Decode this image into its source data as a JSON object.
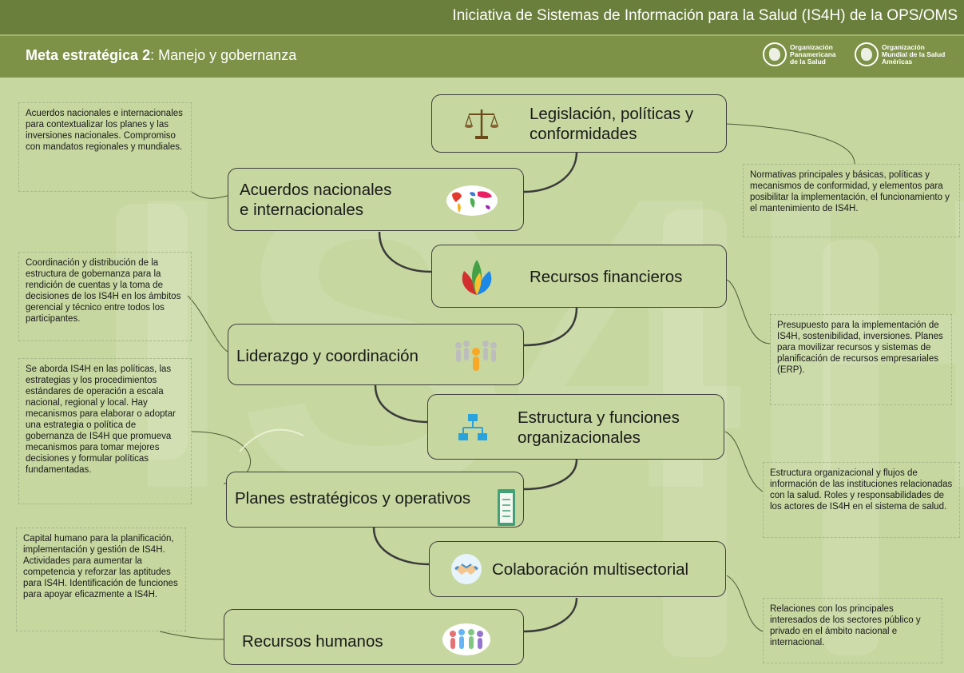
{
  "header": {
    "title": "Iniciativa de Sistemas de Información para la Salud (IS4H) de la OPS/OMS",
    "goal_prefix": "Meta estratégica 2",
    "goal_suffix": ": Manejo y gobernanza",
    "logos": [
      {
        "name": "ops-logo",
        "lines": [
          "Organización",
          "Panamericana",
          "de la Salud"
        ]
      },
      {
        "name": "oms-logo",
        "lines": [
          "Organización",
          "Mundial de la Salud",
          "Américas"
        ]
      }
    ]
  },
  "watermark": "IS4H",
  "nodes": [
    {
      "id": "legislacion",
      "label_line1": "Legislación, políticas y",
      "label_line2": "conformidades",
      "icon": "scales-icon"
    },
    {
      "id": "acuerdos",
      "label_line1": "Acuerdos nacionales",
      "label_line2": "e internacionales",
      "icon": "world-map-icon"
    },
    {
      "id": "recursos-financieros",
      "label_line1": "Recursos financieros",
      "label_line2": "",
      "icon": "leaves-icon"
    },
    {
      "id": "liderazgo",
      "label_line1": "Liderazgo y coordinación",
      "label_line2": "",
      "icon": "people-group-icon"
    },
    {
      "id": "estructura",
      "label_line1": "Estructura y funciones",
      "label_line2": "organizacionales",
      "icon": "org-chart-icon"
    },
    {
      "id": "planes",
      "label_line1": "Planes estratégicos y operativos",
      "label_line2": "",
      "icon": "clipboard-icon"
    },
    {
      "id": "colaboracion",
      "label_line1": "Colaboración multisectorial",
      "label_line2": "",
      "icon": "handshake-icon"
    },
    {
      "id": "recursos-humanos",
      "label_line1": "Recursos humanos",
      "label_line2": "",
      "icon": "team-icon"
    }
  ],
  "notes": {
    "acuerdos": "Acuerdos nacionales e internacionales para contextualizar los planes y las inversiones nacionales. Compromiso con mandatos regionales y mundiales.",
    "legislacion": "Normativas principales y básicas, políticas y mecanismos de conformidad, y elementos para posibilitar la implementación, el funcionamiento y el mantenimiento de IS4H.",
    "liderazgo": "Coordinación y distribución de la estructura de gobernanza para la rendición de cuentas y la toma de decisiones de los IS4H en los ámbitos gerencial y técnico entre todos los participantes.",
    "recursos_financieros": "Presupuesto para la implementación de IS4H, sostenibilidad, inversiones. Planes para movilizar recursos y sistemas de planificación de recursos empresariales (ERP).",
    "planes": "Se aborda IS4H en las políticas, las estrategias y los procedimientos estándares de operación a escala nacional, regional y local. Hay mecanismos para elaborar o adoptar una estrategia o política de gobernanza de IS4H que promueva mecanismos para tomar mejores decisiones y formular políticas fundamentadas.",
    "estructura": "Estructura organizacional y flujos de información de las instituciones relacionadas con la salud. Roles y responsabilidades de los actores de IS4H en el sistema de salud.",
    "recursos_humanos": "Capital humano para la planificación, implementación y gestión de IS4H. Actividades para aumentar la competencia y reforzar las aptitudes para IS4H. Identificación de funciones para apoyar eficazmente a IS4H.",
    "colaboracion": "Relaciones con los principales interesados de los sectores público y privado en el ámbito nacional e internacional."
  },
  "colors": {
    "background": "#c6d7a0",
    "topbar": "#6b7f3d",
    "subbar": "#7d9247",
    "node_border": "#3f3f3f",
    "connector": "#3a3a3a",
    "note_border": "#a8b98a"
  }
}
